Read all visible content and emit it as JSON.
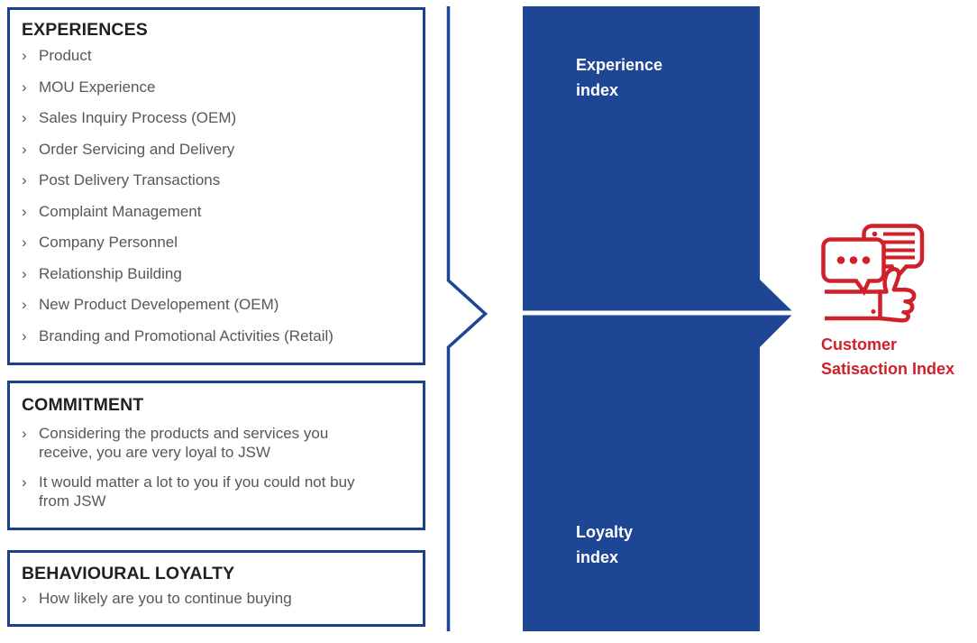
{
  "colors": {
    "panel_border": "#19418c",
    "flow_blue": "#1d4795",
    "accent_red": "#d0202a",
    "heading_text": "#231f20",
    "body_text": "#57575b",
    "background": "#ffffff"
  },
  "icons": {
    "bullet_glyph": "›",
    "result_icon": "feedback-thumbs-up-icon"
  },
  "panels": [
    {
      "title": "EXPERIENCES",
      "items": [
        "Product",
        "MOU Experience",
        "Sales Inquiry Process (OEM)",
        "Order Servicing and Delivery",
        "Post Delivery Transactions",
        "Complaint Management",
        "Company Personnel",
        "Relationship Building",
        "New Product Developement (OEM)",
        "Branding and Promotional Activities (Retail)"
      ]
    },
    {
      "title": "COMMITMENT",
      "items": [
        "Considering the products and services you receive, you are very loyal to JSW",
        "It would matter a lot to you if you could not buy from JSW"
      ]
    },
    {
      "title": "BEHAVIOURAL LOYALTY",
      "items": [
        "How likely are you to continue buying"
      ]
    }
  ],
  "flow": {
    "experience_label": "Experience index",
    "loyalty_label": "Loyalty index"
  },
  "result": {
    "label": "Customer Satisaction Index"
  }
}
